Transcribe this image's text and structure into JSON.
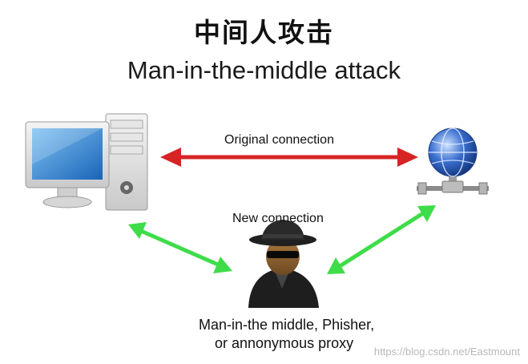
{
  "title_cn": "中间人攻击",
  "title_en": "Man-in-the-middle attack",
  "labels": {
    "original_connection": "Original connection",
    "new_connection": "New connection"
  },
  "caption": {
    "line1": "Man-in-the middle, Phisher,",
    "line2": "or annonymous proxy"
  },
  "watermark": "https://blog.csdn.net/Eastmount",
  "icons": {
    "client": "desktop-computer-icon",
    "server": "network-globe-icon",
    "attacker": "hacker-icon"
  },
  "colors": {
    "original_arrow": "#d62424",
    "new_arrow": "#3fdc4a"
  }
}
